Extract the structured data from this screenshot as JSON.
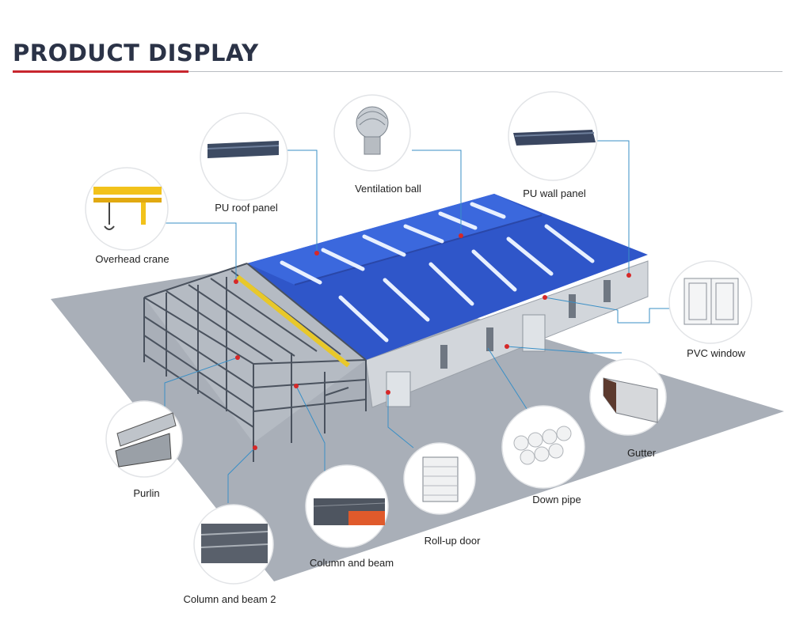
{
  "header": {
    "title": "PRODUCT DISPLAY"
  },
  "accent_color": "#c8262e",
  "callouts": {
    "pu_roof_panel": "PU roof panel",
    "ventilation_ball": "Ventilation ball",
    "pu_wall_panel": "PU wall panel",
    "overhead_crane": "Overhead crane",
    "pvc_window": "PVC window",
    "gutter": "Gutter",
    "purlin": "Purlin",
    "down_pipe": "Down pipe",
    "roll_up_door": "Roll-up door",
    "column_and_beam": "Column and beam",
    "column_and_beam_2": "Column and beam 2"
  }
}
